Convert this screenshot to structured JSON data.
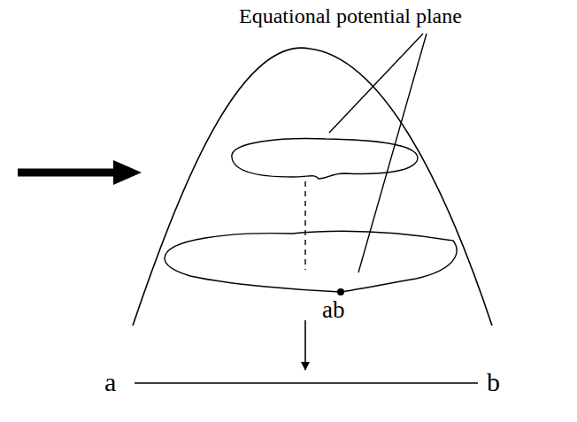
{
  "diagram": {
    "labels": [
      "Equational potential plane",
      "ab",
      "a",
      "b"
    ]
  }
}
